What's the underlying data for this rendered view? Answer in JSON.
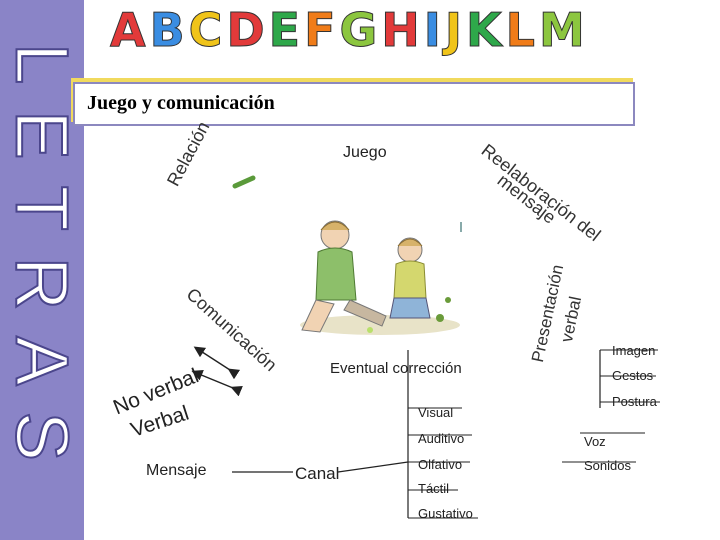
{
  "sidebar": {
    "letters": "LETRAS"
  },
  "banner": {
    "letters": [
      "A",
      "B",
      "C",
      "D",
      "E",
      "F",
      "G",
      "H",
      "I",
      "J",
      "K",
      "L",
      "M"
    ],
    "colors": [
      "#e23a3a",
      "#3a8de2",
      "#f0c419",
      "#e23a3a",
      "#2ea84a",
      "#f07c19",
      "#8cc63f",
      "#e23a3a",
      "#3a8de2",
      "#f0c419",
      "#2ea84a",
      "#f07c19",
      "#8cc63f"
    ]
  },
  "title": "Juego y comunicación",
  "labels": {
    "juego": "Juego",
    "relacion": "Relación",
    "reelaboracion": "Reelaboración del",
    "mensaje_arc": "mensaje",
    "presentacion": "Presentación",
    "verbal_arc": "verbal",
    "comunicacion": "Comunicación",
    "no_verbal": "No verbal",
    "verbal": "Verbal",
    "eventual": "Eventual corrección",
    "mensaje": "Mensaje",
    "canal": "Canal",
    "imagen": "Imagen",
    "gestos": "Gestos",
    "postura": "Postura",
    "voz": "Voz",
    "sonidos": "Sonidos",
    "visual": "Visual",
    "auditivo": "Auditivo",
    "olfativo": "Olfativo",
    "tactil": "Táctil",
    "gustativo": "Gustativo"
  }
}
